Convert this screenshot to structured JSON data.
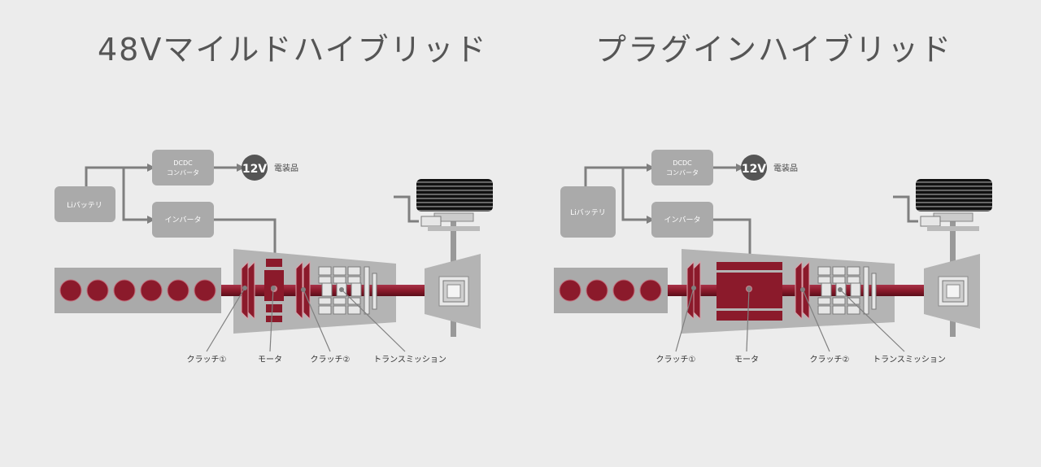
{
  "titles": {
    "mild_hybrid": "48Vマイルドハイブリッド",
    "plugin_hybrid": "プラグインハイブリッド"
  },
  "diagrams": [
    {
      "battery": "Liバッテリ",
      "dcdc_top": "DCDC",
      "dcdc_bottom": "コンバータ",
      "inverter": "インバータ",
      "voltage": "12V",
      "electrics": "電装品",
      "labels": {
        "clutch1": "クラッチ①",
        "motor": "モータ",
        "clutch2": "クラッチ②",
        "transmission": "トランスミッション"
      }
    },
    {
      "battery": "Liバッテリ",
      "dcdc_top": "DCDC",
      "dcdc_bottom": "コンバータ",
      "inverter": "インバータ",
      "voltage": "12V",
      "electrics": "電装品",
      "labels": {
        "clutch1": "クラッチ①",
        "motor": "モータ",
        "clutch2": "クラッチ②",
        "transmission": "トランスミッション"
      }
    }
  ],
  "colors": {
    "block": "#aaaaaa",
    "line": "#7f7f7f",
    "accent": "#8b1a2b",
    "badge": "#555555",
    "dark": "#1a1a1a"
  }
}
